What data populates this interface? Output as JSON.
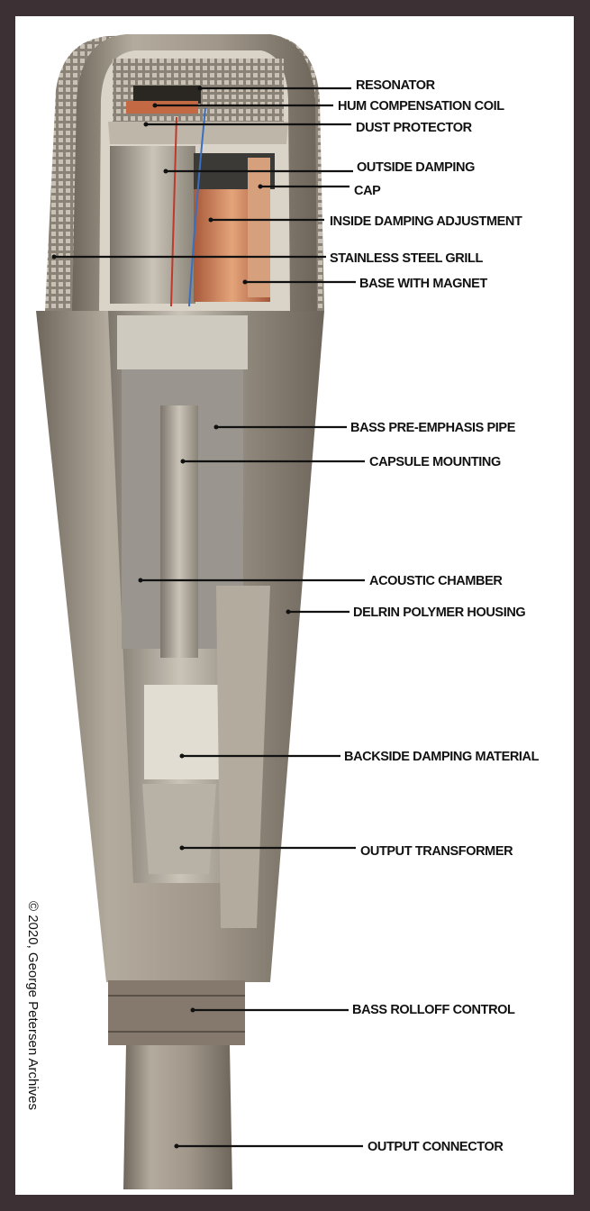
{
  "labels": [
    "RESONATOR",
    "HUM COMPENSATION COIL",
    "DUST PROTECTOR",
    "OUTSIDE DAMPING",
    "CAP",
    "INSIDE DAMPING ADJUSTMENT",
    "STAINLESS STEEL GRILL",
    "BASE WITH MAGNET",
    "BASS PRE-EMPHASIS PIPE",
    "CAPSULE MOUNTING",
    "ACOUSTIC CHAMBER",
    "DELRIN POLYMER HOUSING",
    "BACKSIDE DAMPING MATERIAL",
    "OUTPUT TRANSFORMER",
    "BASS ROLLOFF CONTROL",
    "OUTPUT CONNECTOR"
  ],
  "copyright": "© 2020, George Petersen Archives",
  "colors": {
    "frame": "#3d3035",
    "background": "#ffffff",
    "housing": "#a39a8c",
    "copper": "#c8764a"
  }
}
